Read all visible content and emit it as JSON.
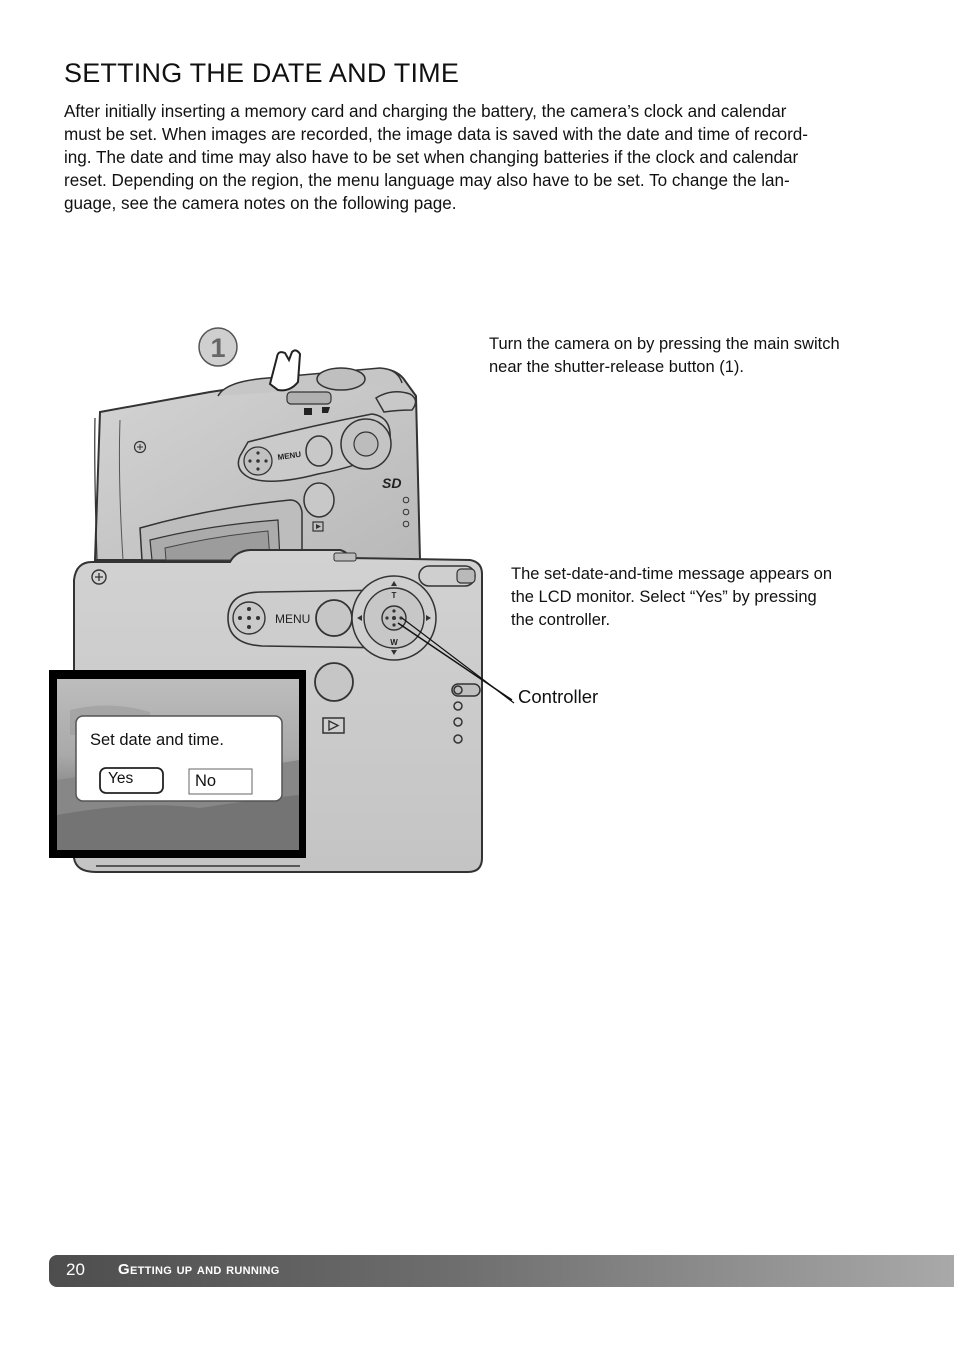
{
  "page": {
    "title": "SETTING THE DATE AND TIME",
    "intro_lines": [
      "After initially inserting a memory card and charging the battery, the camera’s clock and calendar",
      "must be set. When images are recorded, the image data is saved with the date and time of record-",
      "ing. The date and time may also have to be set when changing batteries if the clock and calendar",
      "reset. Depending on the region, the menu language may also have to be set. To change the lan-",
      "guage, see the camera notes on the following page."
    ]
  },
  "step1": {
    "number": "1",
    "caption_lines": [
      "Turn the camera on by pressing the main switch",
      "near the shutter-release button (1)."
    ]
  },
  "step2": {
    "caption_lines": [
      "The set-date-and-time message appears on",
      "the LCD monitor. Select “Yes” by pressing",
      "the controller."
    ],
    "controller_label": "Controller"
  },
  "camera": {
    "menu_label": "MENU",
    "zoom_t": "T",
    "zoom_w": "W",
    "card_logo": "SD"
  },
  "lcd": {
    "message": "Set date and time.",
    "yes_label": "Yes",
    "no_label": "No"
  },
  "footer": {
    "page_number": "20",
    "section_title": "Getting up and running"
  }
}
